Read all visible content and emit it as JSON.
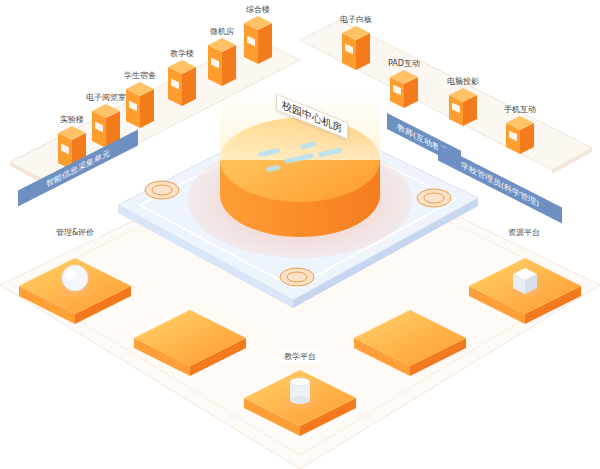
{
  "diagram": {
    "nodes": [
      {
        "text": [
          "校园中心机房"
        ]
      },
      {
        "text": [
          "实验楼"
        ]
      },
      {
        "text": [
          "电子阅览室"
        ]
      },
      {
        "text": [
          "学生宿舍"
        ]
      },
      {
        "text": [
          "教学楼"
        ]
      },
      {
        "text": [
          "微机房"
        ]
      },
      {
        "text": [
          "综合楼"
        ]
      },
      {
        "text": [
          "智能信息采集单元"
        ]
      },
      {
        "text": [
          "电子白板"
        ]
      },
      {
        "text": [
          "PAD互动"
        ]
      },
      {
        "text": [
          "电脑投影"
        ]
      },
      {
        "text": [
          "手机互动"
        ]
      },
      {
        "text": [
          "教师(互动教学)"
        ]
      },
      {
        "text": [
          "学校管理员(科学管理)"
        ]
      },
      {
        "text": [
          "管理&评价"
        ]
      },
      {
        "text": [
          "教学平台"
        ]
      },
      {
        "text": [
          "资源平台"
        ]
      }
    ]
  }
}
